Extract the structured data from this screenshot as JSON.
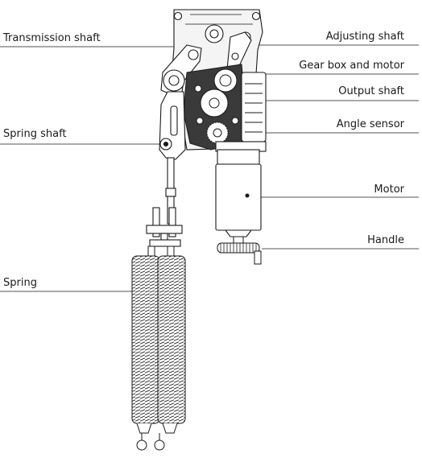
{
  "labels": {
    "transmission_shaft": "Transmission shaft",
    "spring_shaft": "Spring shaft",
    "spring": "Spring",
    "adjusting_shaft": "Adjusting shaft",
    "gear_box_motor": "Gear box and motor",
    "output_shaft": "Output shaft",
    "angle_sensor": "Angle sensor",
    "motor": "Motor",
    "handle": "Handle"
  },
  "colors": {
    "line": "#1a1a1a",
    "metal": "#f2f2f2",
    "dark": "#222222"
  }
}
